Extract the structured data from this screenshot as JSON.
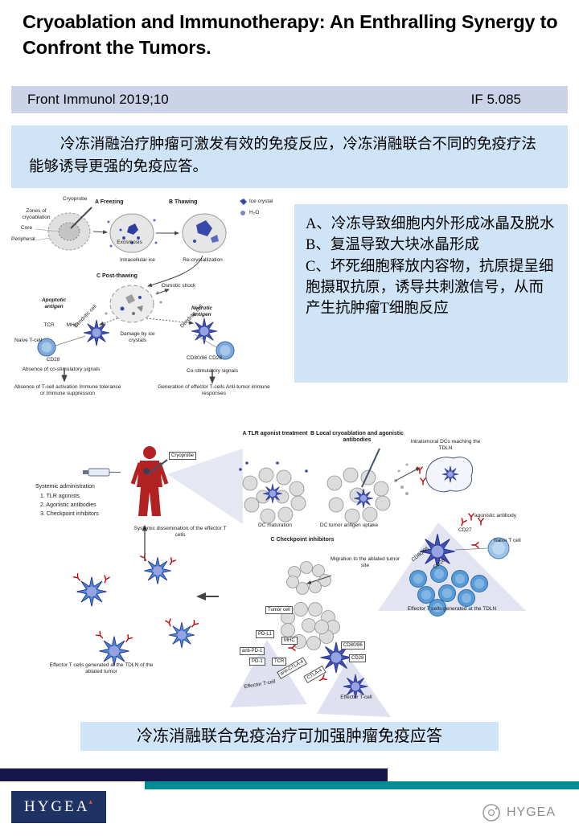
{
  "slide": {
    "title": "Cryoablation and Immunotherapy: An Enthralling Synergy to Confront the Tumors.",
    "journal": "Front Immunol 2019;10",
    "impact_factor": "IF 5.085",
    "summary": "冷冻消融治疗肿瘤可激发有效的免疫反应，冷冻消融联合不同的免疫疗法能够诱导更强的免疫应答。",
    "caption": "冷冻消融联合免疫治疗可加强肿瘤免疫应答"
  },
  "notes": {
    "a": "A、冷冻导致细胞内外形成冰晶及脱水",
    "b": "B、复温导致大块冰晶形成",
    "c": "C、坏死细胞释放内容物，抗原提呈细胞摄取抗原，诱导共刺激信号，从而产生抗肿瘤T细胞反应"
  },
  "figure1": {
    "zones_title": "Zones of cryoablation",
    "core": "Core",
    "peripheral": "Peripheral",
    "cryoprobe": "Cryoprobe",
    "panel_a": "A  Freezing",
    "panel_b": "B  Thawing",
    "legend_ice": "Ice crystal",
    "legend_h2o": "H₂O",
    "exosmosis": "Exosmosis",
    "intracellular_ice": "Intracellular ice",
    "recrystallization": "Re-crystallization",
    "panel_c": "C  Post-thawing",
    "osmotic_shock": "Osmotic shock",
    "apoptotic_antigen": "Apoptotic antigen",
    "necrotic_antigen": "Necrotic antigen",
    "dendritic_cell": "Dendritic cell",
    "tcr": "TCR",
    "mhc": "MHC",
    "naive_t_cell": "Naive T-cell",
    "cd28": "CD28",
    "damage": "Damage by ice crystals",
    "costim_markers": "CD80/86  CD28",
    "absence_costim": "Absence of co-stimulatory signals",
    "costim": "Co-stimulatory signals",
    "no_activation": "Absence of T-cell activation Immune tolerance or Immune suppression",
    "generation": "Generation of effector T-cells Anti-tumor immune responses"
  },
  "figure2": {
    "cryoprobe": "Cryoprobe",
    "systemic_admin": {
      "title": "Systemic administration",
      "items": [
        "1. TLR agonists",
        "2. Agonistic antibodies",
        "3. Checkpoint inhibitors"
      ]
    },
    "panel_a": "A  TLR agonist treatment",
    "panel_b": "B  Local cryoablation and agonistic antibodies",
    "dc_maturation": "DC maturation",
    "dc_uptake": "DC tumor antigen uptake",
    "intratumoral_dcs": "Intratumoral DCs reaching the TDLN",
    "agonistic_antibody": "agonistic antibody",
    "cd27": "CD27",
    "naive_t_cell": "Naive T cell",
    "cd8086_tdln": "CD80/86",
    "cd28_tdln": "CD28",
    "effector_tdln": "Effector T cells generated at the TDLN",
    "panel_c": "C  Checkpoint inhibitors",
    "migration": "Migration to the ablated tumor site",
    "dissemination": "Systemic dissemination of the effector T cells",
    "tumor_cell": "Tumor cell",
    "pd_l1": "PD-L1",
    "mhc": "MHC",
    "anti_pd_1": "anti-PD-1",
    "pd_1": "PD-1",
    "tcr": "TCR",
    "cd8086": "CD80/86",
    "cd28": "CD28",
    "anti_ctla_4": "anti-CTLA-4",
    "ctla_4": "CTLA-4",
    "effector_t_cell_left": "Effector T-cell",
    "effector_t_cell_right": "Effector T-cell",
    "effector_ablated": "Effector T cells generated at the TDLN of the ablated tumor"
  },
  "footer": {
    "logo_text": "HYGEA",
    "watermark_text": "HYGEA"
  },
  "colors": {
    "journal_bar_bg": "#ccd3e9",
    "info_box_bg": "#cfe4f6",
    "navy_bar": "#16164d",
    "teal_bar": "#008b95",
    "logo_bg": "#1e3264",
    "cell_blue": "#3f51b5",
    "effector_blue": "#5b9bd5",
    "body_red": "#b22222"
  }
}
